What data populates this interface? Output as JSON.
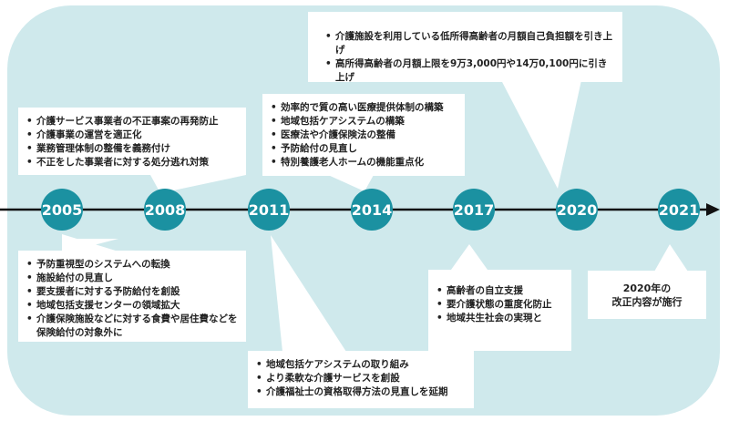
{
  "years": [
    "2005",
    "2008",
    "2011",
    "2014",
    "2017",
    "2020",
    "2021"
  ],
  "colors": {
    "node": "#1b91a1",
    "background": "#cfe9ec"
  },
  "notes": {
    "y2005": [
      "予防重視型のシステムへの転換",
      "施設給付の見直し",
      "要支援者に対する予防給付を創設",
      "地域包括支援センターの領域拡大",
      "介護保険施設などに対する食費や居住費などを保険給付の対象外に"
    ],
    "y2008": [
      "介護サービス事業者の不正事案の再発防止",
      "介護事業の運営を適正化",
      "業務管理体制の整備を義務付け",
      "不正をした事業者に対する処分逃れ対策"
    ],
    "y2011": [
      "地域包括ケアシステムの取り組み",
      "より柔軟な介護サービスを創設",
      "介護福祉士の資格取得方法の見直しを延期"
    ],
    "y2014": [
      "効率的で質の高い医療提供体制の構築",
      "地域包括ケアシステムの構築",
      "医療法や介護保険法の整備",
      "予防給付の見直し",
      "特別養護老人ホームの機能重点化"
    ],
    "y2017": [
      "高齢者の自立支援",
      "要介護状態の重度化防止",
      "地域共生社会の実現と"
    ],
    "y2020": [
      "介護施設を利用している低所得高齢者の月額自己負担額を引き上げ",
      "高所得高齢者の月額上限を9万3,000円や14万0,100円に引き上げ"
    ],
    "y2021": [
      "2020年の",
      "改正内容が施行"
    ]
  }
}
